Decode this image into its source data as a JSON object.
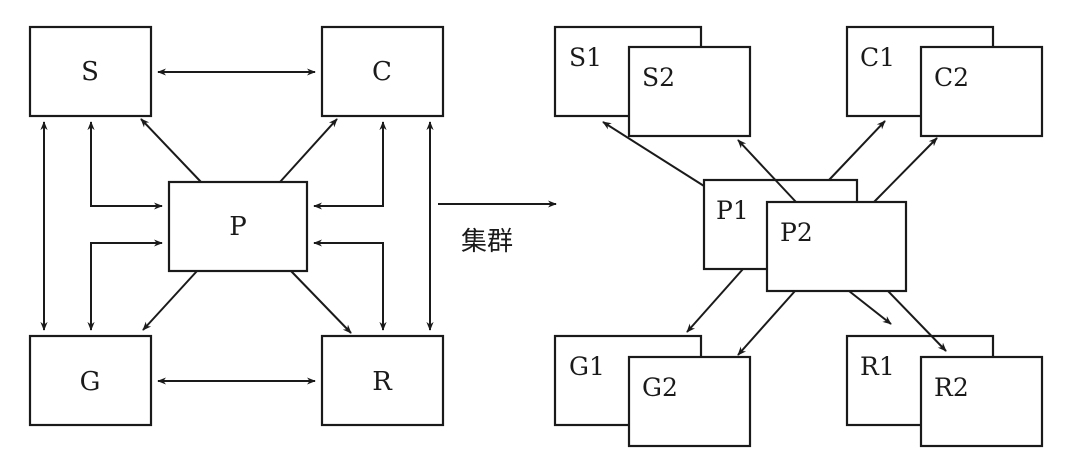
{
  "left_diagram": {
    "nodes": {
      "S": "S",
      "C": "C",
      "P": "P",
      "G": "G",
      "R": "R"
    }
  },
  "transition": {
    "label": "集群"
  },
  "right_diagram": {
    "nodes": {
      "S1": "S1",
      "S2": "S2",
      "C1": "C1",
      "C2": "C2",
      "P1": "P1",
      "P2": "P2",
      "G1": "G1",
      "G2": "G2",
      "R1": "R1",
      "R2": "R2"
    }
  }
}
